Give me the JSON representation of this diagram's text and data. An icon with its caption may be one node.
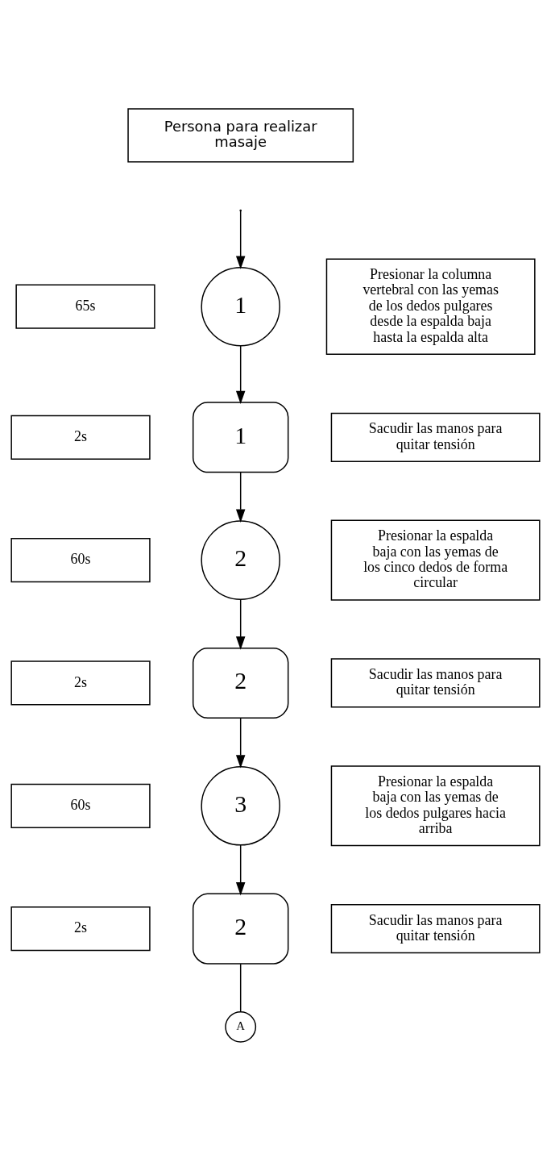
{
  "diagram": {
    "nodes": [
      {
        "text": [
          "Persona para realizar masaje"
        ]
      },
      {
        "text": [
          "65s"
        ]
      },
      {
        "text": [
          "1"
        ]
      },
      {
        "text": [
          "Presionar la columna vertebral con las yemas de los dedos pulgares desde la espalda baja hasta la espalda alta"
        ]
      },
      {
        "text": [
          "2s"
        ]
      },
      {
        "text": [
          "1"
        ]
      },
      {
        "text": [
          "Sacudir las manos para quitar tensión"
        ]
      },
      {
        "text": [
          "60s"
        ]
      },
      {
        "text": [
          "2"
        ]
      },
      {
        "text": [
          "Presionar la espalda baja con las yemas de los cinco dedos de forma circular"
        ]
      },
      {
        "text": [
          "2s"
        ]
      },
      {
        "text": [
          "2"
        ]
      },
      {
        "text": [
          "Sacudir las manos para quitar tensión"
        ]
      },
      {
        "text": [
          "60s"
        ]
      },
      {
        "text": [
          "3"
        ]
      },
      {
        "text": [
          "Presionar la espalda baja con las yemas de los dedos pulgares hacia arriba"
        ]
      },
      {
        "text": [
          "2s"
        ]
      },
      {
        "text": [
          "2"
        ]
      },
      {
        "text": [
          "Sacudir las manos para quitar tensión"
        ]
      },
      {
        "text": [
          "A"
        ]
      }
    ],
    "edges": [
      {
        "from": null,
        "to": 2,
        "arrow": "to"
      },
      {
        "from": 2,
        "to": 5,
        "arrow": "to"
      },
      {
        "from": 5,
        "to": 8,
        "arrow": "to"
      },
      {
        "from": 8,
        "to": 11,
        "arrow": "to"
      },
      {
        "from": 11,
        "to": 14,
        "arrow": "to"
      },
      {
        "from": 14,
        "to": 17,
        "arrow": "to"
      },
      {
        "from": 17,
        "to": 19,
        "arrow": "none"
      }
    ]
  }
}
